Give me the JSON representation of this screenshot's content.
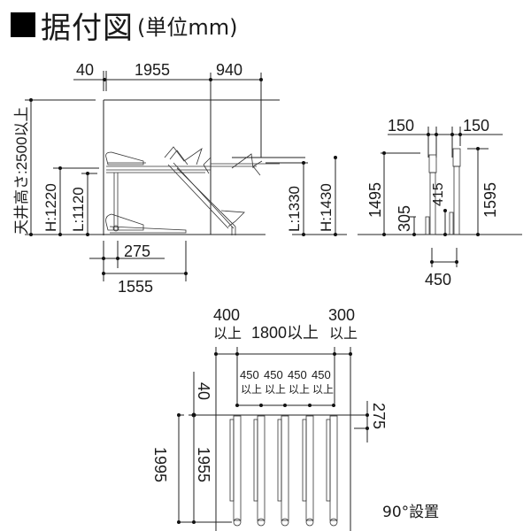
{
  "title": {
    "marker": "■",
    "main": "据付図",
    "unit": "(単位mm)"
  },
  "side_view": {
    "top_dims": [
      "40",
      "1955",
      "940"
    ],
    "ceiling_height": "天井高さ:2500以上",
    "left_dims": [
      "H:1220",
      "L:1120"
    ],
    "right_dims": [
      "L:1330",
      "H:1430"
    ],
    "bottom_dims": [
      "275",
      "1555"
    ]
  },
  "front_view": {
    "top_dims": [
      "150",
      "150"
    ],
    "left_dims": [
      "1495",
      "305"
    ],
    "mid_dim": "415",
    "right_dim": "1595",
    "bottom_dim": "450"
  },
  "plan_view": {
    "top_dims": [
      {
        "value": "400",
        "suffix": "以上"
      },
      {
        "value": "1800以上",
        "suffix": ""
      },
      {
        "value": "300",
        "suffix": "以上"
      }
    ],
    "pitch_dims": [
      {
        "value": "450",
        "suffix": "以上"
      },
      {
        "value": "450",
        "suffix": "以上"
      },
      {
        "value": "450",
        "suffix": "以上"
      },
      {
        "value": "450",
        "suffix": "以上"
      }
    ],
    "left_dims": [
      "40",
      "1995",
      "1955"
    ],
    "right_dim": "275",
    "rack_count": 5,
    "note": "90°設置"
  }
}
